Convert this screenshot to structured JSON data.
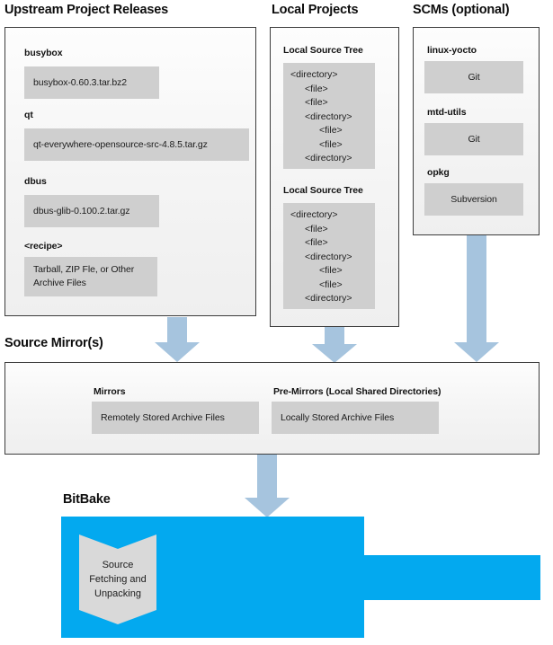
{
  "diagram": {
    "title": "Yocto Project Source Fetching and Unpacking Flow",
    "colors": {
      "arrow": "#a6c4de",
      "bitbake_blue": "#03a9ef",
      "chip_grey": "#cfcfcf",
      "panel_border": "#3c3c3c"
    }
  },
  "upstream": {
    "heading": "Upstream Project Releases",
    "entries": [
      {
        "label": "busybox",
        "value": "busybox-0.60.3.tar.bz2"
      },
      {
        "label": "qt",
        "value": "qt-everywhere-opensource-src-4.8.5.tar.gz"
      },
      {
        "label": "dbus",
        "value": "dbus-glib-0.100.2.tar.gz"
      },
      {
        "label": "<recipe>",
        "value_line1": "Tarball, ZIP Fle, or",
        "value_line2": "Other Archive Files"
      }
    ]
  },
  "local_projects": {
    "heading": "Local Projects",
    "trees": [
      {
        "label": "Local Source Tree",
        "nodes": [
          {
            "text": "<directory>",
            "depth": 0
          },
          {
            "text": "<file>",
            "depth": 1
          },
          {
            "text": "<file>",
            "depth": 1
          },
          {
            "text": "<directory>",
            "depth": 1
          },
          {
            "text": "<file>",
            "depth": 2
          },
          {
            "text": "<file>",
            "depth": 2
          },
          {
            "text": "<directory>",
            "depth": 1
          }
        ]
      },
      {
        "label": "Local Source Tree",
        "nodes": [
          {
            "text": "<directory>",
            "depth": 0
          },
          {
            "text": "<file>",
            "depth": 1
          },
          {
            "text": "<file>",
            "depth": 1
          },
          {
            "text": "<directory>",
            "depth": 1
          },
          {
            "text": "<file>",
            "depth": 2
          },
          {
            "text": "<file>",
            "depth": 2
          },
          {
            "text": "<directory>",
            "depth": 1
          }
        ]
      }
    ]
  },
  "scms": {
    "heading": "SCMs (optional)",
    "entries": [
      {
        "label": "linux-yocto",
        "value": "Git"
      },
      {
        "label": "mtd-utils",
        "value": "Git"
      },
      {
        "label": "opkg",
        "value": "Subversion"
      }
    ]
  },
  "source_mirrors": {
    "heading": "Source Mirror(s)",
    "entries": [
      {
        "label": "Mirrors",
        "value": "Remotely Stored Archive Files"
      },
      {
        "label": "Pre-Mirrors (Local Shared Directories)",
        "value": "Locally Stored Archive Files"
      }
    ]
  },
  "bitbake": {
    "heading": "BitBake",
    "task": {
      "line1": "Source",
      "line2": "Fetching and",
      "line3": "Unpacking"
    }
  }
}
